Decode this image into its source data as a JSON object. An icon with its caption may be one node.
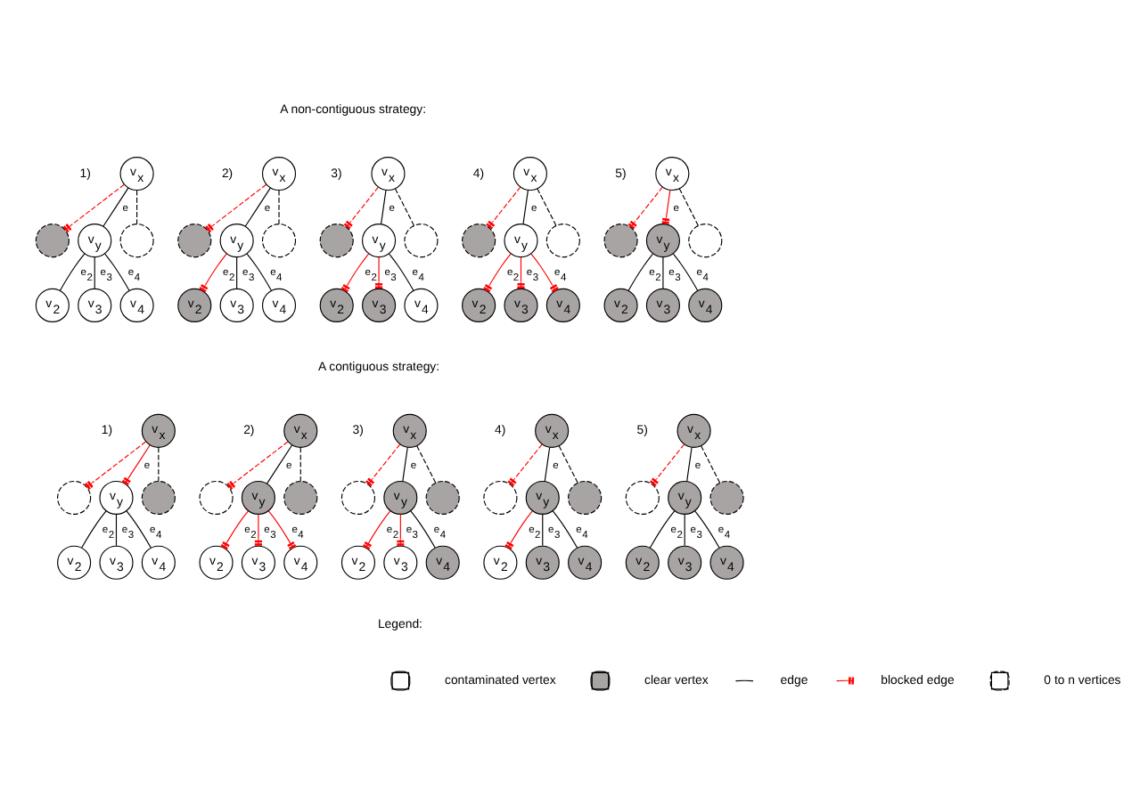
{
  "diagram": {
    "nodes": [
      {
        "text": [
          "v$_{x}$"
        ]
      },
      {
        "text": [],
        "shape": "circle"
      },
      {
        "text": [
          "v$_{y}$"
        ]
      },
      {
        "text": [],
        "shape": "circle"
      },
      {
        "text": [
          "v$_{2}$"
        ]
      },
      {
        "text": [
          "v$_{3}$"
        ]
      },
      {
        "text": [
          "v$_{4}$"
        ]
      },
      {
        "text": [
          "v$_{x}$"
        ]
      },
      {
        "text": [],
        "shape": "circle"
      },
      {
        "text": [
          "v$_{y}$"
        ]
      },
      {
        "text": [],
        "shape": "circle"
      },
      {
        "text": [
          "v$_{2}$"
        ]
      },
      {
        "text": [
          "v$_{3}$"
        ]
      },
      {
        "text": [
          "v$_{4}$"
        ]
      },
      {
        "text": [
          "v$_{x}$"
        ]
      },
      {
        "text": [],
        "shape": "circle"
      },
      {
        "text": [
          "v$_{y}$"
        ]
      },
      {
        "text": [],
        "shape": "circle"
      },
      {
        "text": [
          "v$_{2}$"
        ]
      },
      {
        "text": [
          "v$_{3}$"
        ]
      },
      {
        "text": [
          "v$_{4}$"
        ]
      },
      {
        "text": [
          "v$_{x}$"
        ]
      },
      {
        "text": [],
        "shape": "circle"
      },
      {
        "text": [
          "v$_{y}$"
        ]
      },
      {
        "text": [],
        "shape": "circle"
      },
      {
        "text": [
          "v$_{2}$"
        ]
      },
      {
        "text": [
          "v$_{3}$"
        ]
      },
      {
        "text": [
          "v$_{4}$"
        ]
      },
      {
        "text": [
          "v$_{x}$"
        ]
      },
      {
        "text": [],
        "shape": "circle"
      },
      {
        "text": [
          "v$_{y}$"
        ]
      },
      {
        "text": [],
        "shape": "circle"
      },
      {
        "text": [
          "v$_{2}$"
        ]
      },
      {
        "text": [
          "v$_{3}$"
        ]
      },
      {
        "text": [
          "v$_{4}$"
        ]
      },
      {
        "text": [
          "v$_{x}$"
        ]
      },
      {
        "text": [],
        "shape": "circle"
      },
      {
        "text": [
          "v$_{y}$"
        ]
      },
      {
        "text": [],
        "shape": "circle"
      },
      {
        "text": [
          "v$_{2}$"
        ]
      },
      {
        "text": [
          "v$_{3}$"
        ]
      },
      {
        "text": [
          "v$_{4}$"
        ]
      },
      {
        "text": [
          "v$_{x}$"
        ]
      },
      {
        "text": [],
        "shape": "circle"
      },
      {
        "text": [
          "v$_{y}$"
        ]
      },
      {
        "text": [],
        "shape": "circle"
      },
      {
        "text": [
          "v$_{2}$"
        ]
      },
      {
        "text": [
          "v$_{3}$"
        ]
      },
      {
        "text": [
          "v$_{4}$"
        ]
      },
      {
        "text": [
          "v$_{x}$"
        ]
      },
      {
        "text": [],
        "shape": "circle"
      },
      {
        "text": [
          "v$_{y}$"
        ]
      },
      {
        "text": [],
        "shape": "circle"
      },
      {
        "text": [
          "v$_{2}$"
        ]
      },
      {
        "text": [
          "v$_{3}$"
        ]
      },
      {
        "text": [
          "v$_{4}$"
        ]
      },
      {
        "text": [
          "v$_{x}$"
        ]
      },
      {
        "text": [],
        "shape": "circle"
      },
      {
        "text": [
          "v$_{y}$"
        ]
      },
      {
        "text": [],
        "shape": "circle"
      },
      {
        "text": [
          "v$_{2}$"
        ]
      },
      {
        "text": [
          "v$_{3}$"
        ]
      },
      {
        "text": [
          "v$_{4}$"
        ]
      },
      {
        "text": [
          "v$_{x}$"
        ]
      },
      {
        "text": [],
        "shape": "circle"
      },
      {
        "text": [
          "v$_{y}$"
        ]
      },
      {
        "text": [],
        "shape": "circle"
      },
      {
        "text": [
          "v$_{2}$"
        ]
      },
      {
        "text": [
          "v$_{3}$"
        ]
      },
      {
        "text": [
          "v$_{4}$"
        ]
      }
    ],
    "edges": [
      {
        "from": 0,
        "to": 1,
        "arrow": "other",
        "style": "dashed",
        "color": "#ff0000"
      },
      {
        "from": 0,
        "to": 2,
        "arrow": "none",
        "label": "e"
      },
      {
        "from": 0,
        "to": 3,
        "arrow": "none",
        "style": "dashed"
      },
      {
        "from": 2,
        "to": 4,
        "arrow": "none",
        "label": "e$_{2}$"
      },
      {
        "from": 2,
        "to": 5,
        "arrow": "none",
        "label": "e$_{3}$"
      },
      {
        "from": 2,
        "to": 6,
        "arrow": "none",
        "label": "e$_{4}$"
      },
      {
        "from": 7,
        "to": 8,
        "arrow": "other",
        "style": "dashed",
        "color": "#ff0000"
      },
      {
        "from": 7,
        "to": 9,
        "arrow": "none",
        "label": "e"
      },
      {
        "from": 7,
        "to": 10,
        "arrow": "none",
        "style": "dashed"
      },
      {
        "from": 9,
        "to": 11,
        "arrow": "other",
        "label": "e$_{2}$",
        "color": "#ff0000"
      },
      {
        "from": 9,
        "to": 12,
        "arrow": "none",
        "label": "e$_{3}$"
      },
      {
        "from": 9,
        "to": 13,
        "arrow": "none",
        "label": "e$_{4}$"
      },
      {
        "from": 14,
        "to": 15,
        "arrow": "other",
        "style": "dashed",
        "color": "#ff0000"
      },
      {
        "from": 14,
        "to": 16,
        "arrow": "none",
        "label": "e"
      },
      {
        "from": 14,
        "to": 17,
        "arrow": "none",
        "style": "dashed"
      },
      {
        "from": 16,
        "to": 18,
        "arrow": "other",
        "label": "e$_{2}$",
        "color": "#ff0000"
      },
      {
        "from": 16,
        "to": 19,
        "arrow": "other",
        "label": "e$_{3}$",
        "color": "#ff0000"
      },
      {
        "from": 16,
        "to": 20,
        "arrow": "none",
        "label": "e$_{4}$"
      },
      {
        "from": 21,
        "to": 22,
        "arrow": "other",
        "style": "dashed",
        "color": "#ff0000"
      },
      {
        "from": 21,
        "to": 23,
        "arrow": "none",
        "label": "e"
      },
      {
        "from": 21,
        "to": 24,
        "arrow": "none",
        "style": "dashed"
      },
      {
        "from": 23,
        "to": 25,
        "arrow": "other",
        "label": "e$_{2}$",
        "color": "#ff0000"
      },
      {
        "from": 23,
        "to": 26,
        "arrow": "other",
        "label": "e$_{3}$",
        "color": "#ff0000"
      },
      {
        "from": 23,
        "to": 27,
        "arrow": "other",
        "label": "e$_{4}$",
        "color": "#ff0000"
      },
      {
        "from": 28,
        "to": 29,
        "arrow": "other",
        "style": "dashed",
        "color": "#ff0000"
      },
      {
        "from": 28,
        "to": 30,
        "arrow": "other",
        "label": "e",
        "color": "#ff0000"
      },
      {
        "from": 28,
        "to": 31,
        "arrow": "none",
        "style": "dashed"
      },
      {
        "from": 30,
        "to": 32,
        "arrow": "none",
        "label": "e$_{2}$"
      },
      {
        "from": 30,
        "to": 33,
        "arrow": "none",
        "label": "e$_{3}$"
      },
      {
        "from": 30,
        "to": 34,
        "arrow": "none",
        "label": "e$_{4}$"
      },
      {
        "from": 35,
        "to": 36,
        "arrow": "other",
        "style": "dashed",
        "color": "#ff0000"
      },
      {
        "from": 35,
        "to": 37,
        "arrow": "other",
        "label": "e",
        "color": "#ff0000"
      },
      {
        "from": 35,
        "to": 38,
        "arrow": "none",
        "style": "dashed"
      },
      {
        "from": 37,
        "to": 39,
        "arrow": "none",
        "label": "e$_{2}$"
      },
      {
        "from": 37,
        "to": 40,
        "arrow": "none",
        "label": "e$_{3}$"
      },
      {
        "from": 37,
        "to": 41,
        "arrow": "none",
        "label": "e$_{4}$"
      },
      {
        "from": 42,
        "to": 43,
        "arrow": "other",
        "style": "dashed",
        "color": "#ff0000"
      },
      {
        "from": 42,
        "to": 44,
        "arrow": "none",
        "label": "e"
      },
      {
        "from": 42,
        "to": 45,
        "arrow": "none",
        "style": "dashed"
      },
      {
        "from": 44,
        "to": 46,
        "arrow": "other",
        "label": "e$_{2}$",
        "color": "#ff0000"
      },
      {
        "from": 44,
        "to": 47,
        "arrow": "other",
        "label": "e$_{3}$",
        "color": "#ff0000"
      },
      {
        "from": 44,
        "to": 48,
        "arrow": "other",
        "label": "e$_{4}$",
        "color": "#ff0000"
      },
      {
        "from": 49,
        "to": 50,
        "arrow": "other",
        "style": "dashed",
        "color": "#ff0000"
      },
      {
        "from": 49,
        "to": 51,
        "arrow": "none",
        "label": "e"
      },
      {
        "from": 49,
        "to": 52,
        "arrow": "none",
        "style": "dashed"
      },
      {
        "from": 51,
        "to": 53,
        "arrow": "other",
        "label": "e$_{2}$",
        "color": "#ff0000"
      },
      {
        "from": 51,
        "to": 54,
        "arrow": "other",
        "label": "e$_{3}$",
        "color": "#ff0000"
      },
      {
        "from": 51,
        "to": 55,
        "arrow": "none",
        "label": "e$_{4}$"
      },
      {
        "from": 56,
        "to": 57,
        "arrow": "other",
        "style": "dashed",
        "color": "#ff0000"
      },
      {
        "from": 56,
        "to": 58,
        "arrow": "none",
        "label": "e"
      },
      {
        "from": 56,
        "to": 59,
        "arrow": "none",
        "style": "dashed"
      },
      {
        "from": 58,
        "to": 60,
        "arrow": "other",
        "label": "e$_{2}$",
        "color": "#ff0000"
      },
      {
        "from": 58,
        "to": 61,
        "arrow": "none",
        "label": "e$_{3}$"
      },
      {
        "from": 58,
        "to": 62,
        "arrow": "none",
        "label": "e$_{4}$"
      },
      {
        "from": 63,
        "to": 64,
        "arrow": "other",
        "style": "dashed",
        "color": "#ff0000"
      },
      {
        "from": 63,
        "to": 65,
        "arrow": "none",
        "label": "e"
      },
      {
        "from": 63,
        "to": 66,
        "arrow": "none",
        "style": "dashed"
      },
      {
        "from": 65,
        "to": 67,
        "arrow": "none",
        "label": "e$_{2}$"
      },
      {
        "from": 65,
        "to": 68,
        "arrow": "none",
        "label": "e$_{3}$"
      },
      {
        "from": 65,
        "to": 69,
        "arrow": "none",
        "label": "e$_{4}$"
      }
    ],
    "labels": [
      "A non-contiguous strategy:",
      "1)",
      "2)",
      "3)",
      "4)",
      "5)",
      "A contiguous strategy:",
      "1)",
      "2)",
      "3)",
      "4)",
      "5)",
      "Legend:"
    ],
    "legend": [
      {
        "text": "contaminated vertex",
        "color": "#ffffff"
      },
      {
        "text": "clear vertex",
        "color": "#a8a4a4"
      },
      {
        "text": "edge"
      },
      {
        "text": "blocked edge"
      },
      {
        "text": "0 to n vertices"
      }
    ]
  }
}
